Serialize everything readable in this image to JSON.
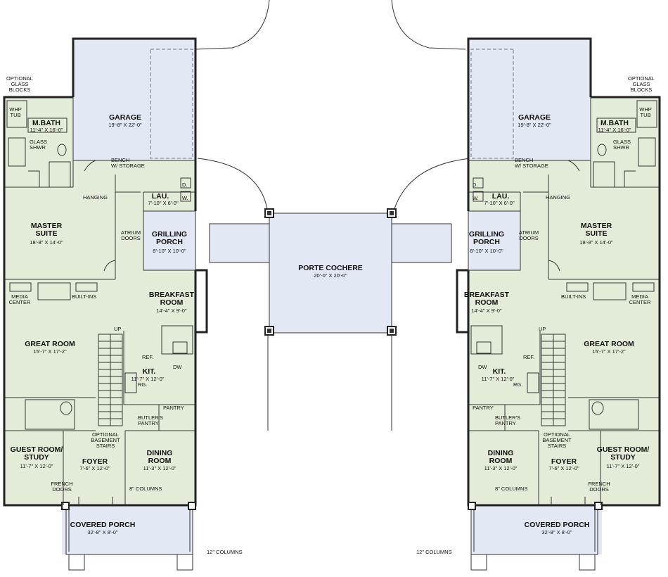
{
  "rooms_left": [
    {
      "id": "garage",
      "name": "GARAGE",
      "dim": "19'-8\" X 22'-0\""
    },
    {
      "id": "mbath",
      "name": "M.BATH",
      "dim": "11'-4\" X 16'-0\""
    },
    {
      "id": "lau",
      "name": "LAU.",
      "dim": "7'-10\" X 6'-0\""
    },
    {
      "id": "master",
      "name": "MASTER\nSUITE",
      "dim": "18'-8\" X 14'-0\""
    },
    {
      "id": "grilling",
      "name": "GRILLING\nPORCH",
      "dim": "8'-10\" X 10'-0\""
    },
    {
      "id": "breakfast",
      "name": "BREAKFAST\nROOM",
      "dim": "14'-4\" X 9'-0\""
    },
    {
      "id": "great",
      "name": "GREAT ROOM",
      "dim": "15'-7\" X 17'-2\""
    },
    {
      "id": "kit",
      "name": "KIT.",
      "dim": "11'-7\" X 12'-0\""
    },
    {
      "id": "guest",
      "name": "GUEST ROOM/\nSTUDY",
      "dim": "11'-7\" X 12'-0\""
    },
    {
      "id": "foyer",
      "name": "FOYER",
      "dim": "7'-6\" X 12'-0\""
    },
    {
      "id": "dining",
      "name": "DINING\nROOM",
      "dim": "11'-3\" X 12'-0\""
    },
    {
      "id": "porch",
      "name": "COVERED PORCH",
      "dim": "32'-8\" X 8'-0\""
    }
  ],
  "rooms_right": [
    {
      "id": "garage",
      "name": "GARAGE",
      "dim": "19'-8\" X 22'-0\""
    },
    {
      "id": "mbath",
      "name": "M.BATH",
      "dim": "11'-4\" X 16'-0\""
    },
    {
      "id": "lau",
      "name": "LAU.",
      "dim": "7'-10\" X 6'-0\""
    },
    {
      "id": "master",
      "name": "MASTER\nSUITE",
      "dim": "18'-8\" X 14'-0\""
    },
    {
      "id": "grilling",
      "name": "GRILLING\nPORCH",
      "dim": "8'-10\" X 10'-0\""
    },
    {
      "id": "breakfast",
      "name": "BREAKFAST\nROOM",
      "dim": "14'-4\" X 9'-0\""
    },
    {
      "id": "great",
      "name": "GREAT ROOM",
      "dim": "15'-7\" X 17'-2\""
    },
    {
      "id": "kit",
      "name": "KIT.",
      "dim": "11'-7\" X 12'-0\""
    },
    {
      "id": "guest",
      "name": "GUEST ROOM/\nSTUDY",
      "dim": "11'-7\" X 12'-0\""
    },
    {
      "id": "foyer",
      "name": "FOYER",
      "dim": "7'-6\" X 12'-0\""
    },
    {
      "id": "dining",
      "name": "DINING\nROOM",
      "dim": "11'-3\" X 12'-0\""
    },
    {
      "id": "porch",
      "name": "COVERED PORCH",
      "dim": "32'-8\" X 8'-0\""
    }
  ],
  "porte_cochere": {
    "name": "PORTE COCHERE",
    "dim": "20'-0\" X 20'-0\""
  },
  "notes": {
    "optional_glass_blocks": "OPTIONAL\nGLASS\nBLOCKS",
    "whp_tub": "WHP\nTUB",
    "glass_shwr": "GLASS\nSHWR",
    "bench": "BENCH\nW/ STORAGE",
    "hanging": "HANGING",
    "atrium_doors": "ATRIUM\nDOORS",
    "media_center": "MEDIA\nCENTER",
    "built_ins": "BUILT-INS",
    "up": "UP",
    "ref": "REF.",
    "dw": "DW",
    "rg": "RG.",
    "pantry": "PANTRY",
    "butlers_pantry": "BUTLER'S\nPANTRY",
    "optional_basement_stairs": "OPTIONAL\nBASEMENT\nSTAIRS",
    "french_doors": "FRENCH\nDOORS",
    "columns_8": "8\" COLUMNS",
    "columns_12": "12\" COLUMNS",
    "d": "D.",
    "w": "W."
  }
}
